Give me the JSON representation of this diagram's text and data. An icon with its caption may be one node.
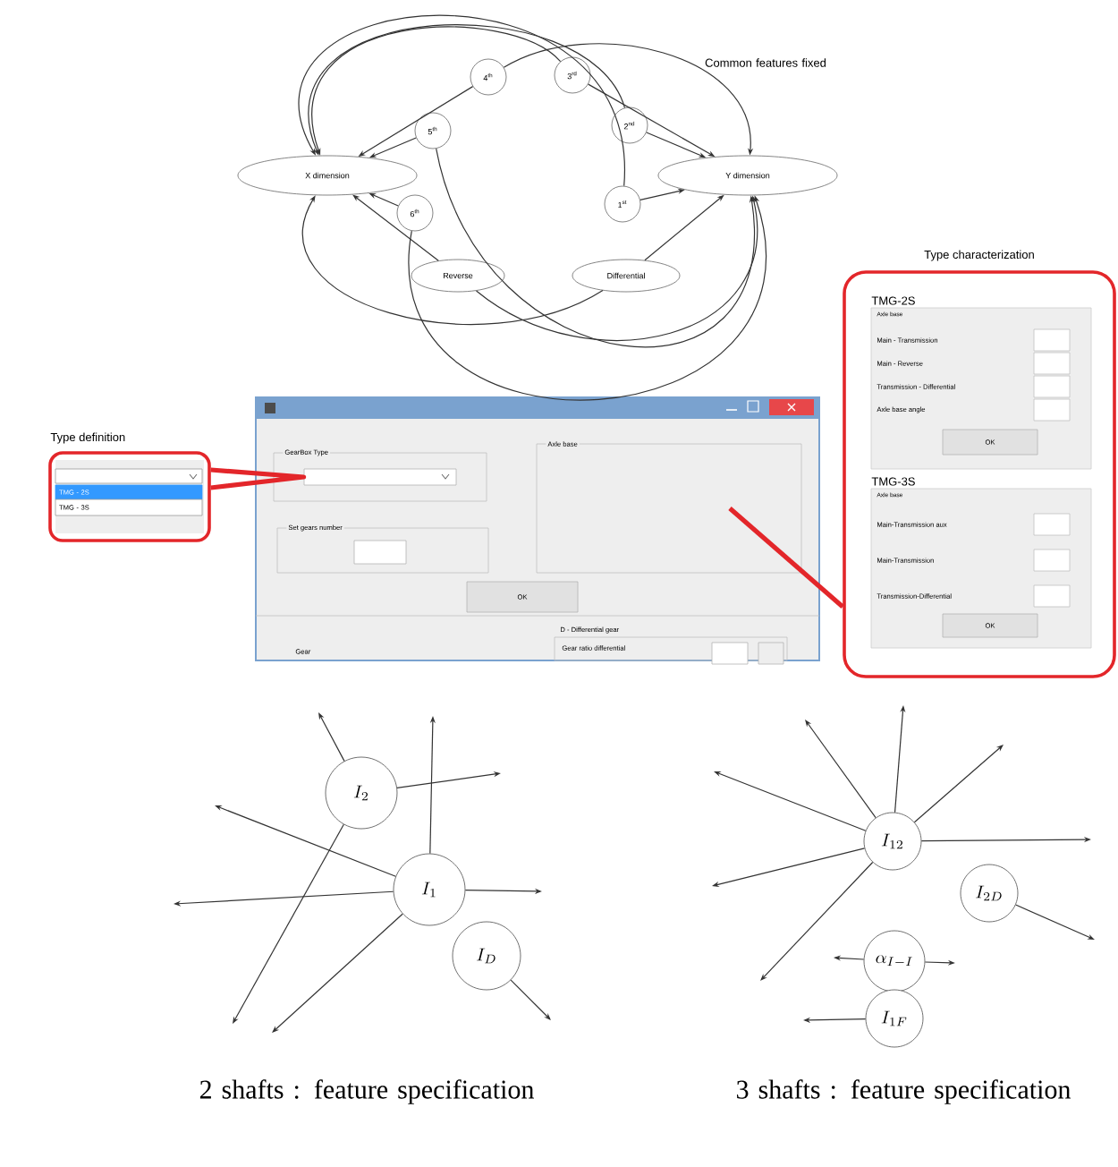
{
  "diagram": {
    "nodes": [
      {
        "text": [
          "X dimension"
        ]
      },
      {
        "text": [
          "Y dimension"
        ]
      },
      {
        "text": [
          "4$^{th}$"
        ]
      },
      {
        "text": [
          "3$^{rd}$"
        ]
      },
      {
        "text": [
          "2$^{nd}$"
        ]
      },
      {
        "text": [
          "1$^{st}$"
        ]
      },
      {
        "text": [
          "5$^{th}$"
        ]
      },
      {
        "text": [
          "6$^{th}$"
        ]
      },
      {
        "text": [
          "Reverse"
        ]
      },
      {
        "text": [
          "Differential"
        ]
      },
      {
        "text": [
          "Type definition"
        ]
      },
      {
        "text": [
          "TMG - 2S"
        ],
        "in": 10
      },
      {
        "text": [
          "TMG - 3S"
        ],
        "in": 10
      },
      {
        "text": [],
        "shape": "box"
      },
      {
        "text": [
          "GearBox Type"
        ],
        "in": 13
      },
      {
        "text": [],
        "shape": "box",
        "in": 14
      },
      {
        "text": [
          "Set gears number"
        ],
        "in": 13
      },
      {
        "text": [],
        "shape": "box",
        "in": 16
      },
      {
        "text": [
          "Axle base"
        ],
        "in": 13
      },
      {
        "text": [
          "OK"
        ],
        "in": 13
      },
      {
        "text": [
          "D - Differential gear",
          "Gear ratio differential"
        ],
        "in": 13
      },
      {
        "text": [
          "Type characterization"
        ]
      },
      {
        "text": [
          "TMG-2S",
          "Axle base"
        ],
        "in": 21
      },
      {
        "text": [
          "OK"
        ],
        "in": 22
      },
      {
        "text": [
          "TMG-3S",
          "Axle base"
        ],
        "in": 21
      },
      {
        "text": [
          "OK"
        ],
        "in": 24
      },
      {
        "text": [
          "I_{2}"
        ]
      },
      {
        "text": [
          "I_{1}"
        ]
      },
      {
        "text": [
          "I_{D}"
        ]
      },
      {
        "text": [
          "I_{12}"
        ]
      },
      {
        "text": [
          "I_{2D}"
        ]
      },
      {
        "text": [
          "\\alpha_{I-I}"
        ]
      },
      {
        "text": [
          "I_{1F}"
        ]
      }
    ],
    "edges": [
      {
        "from": 2,
        "to": 0,
        "arrow": "to"
      },
      {
        "from": 6,
        "to": 0,
        "arrow": "to"
      },
      {
        "from": 7,
        "to": 0,
        "arrow": "to"
      },
      {
        "from": 8,
        "to": 0,
        "arrow": "to"
      },
      {
        "from": 3,
        "to": 1,
        "arrow": "to"
      },
      {
        "from": 4,
        "to": 1,
        "arrow": "to"
      },
      {
        "from": 5,
        "to": 1,
        "arrow": "to"
      },
      {
        "from": 9,
        "to": 1,
        "arrow": "to"
      },
      {
        "from": 2,
        "to": 1,
        "arrow": "to"
      },
      {
        "from": 3,
        "to": 0,
        "arrow": "to"
      },
      {
        "from": 4,
        "to": 0,
        "arrow": "to"
      },
      {
        "from": 5,
        "to": 0,
        "arrow": "to"
      },
      {
        "from": 6,
        "to": 1,
        "arrow": "to"
      },
      {
        "from": 7,
        "to": 1,
        "arrow": "to"
      },
      {
        "from": 8,
        "to": 1,
        "arrow": "to"
      },
      {
        "from": 9,
        "to": 0,
        "arrow": "to"
      },
      {
        "from": 26,
        "to": null,
        "arrow": "to"
      },
      {
        "from": 26,
        "to": null,
        "arrow": "to"
      },
      {
        "from": 26,
        "to": null,
        "arrow": "to"
      },
      {
        "from": 27,
        "to": null,
        "arrow": "to"
      },
      {
        "from": 27,
        "to": null,
        "arrow": "to"
      },
      {
        "from": 27,
        "to": null,
        "arrow": "to"
      },
      {
        "from": 27,
        "to": null,
        "arrow": "to"
      },
      {
        "from": 27,
        "to": null,
        "arrow": "to"
      },
      {
        "from": 28,
        "to": null,
        "arrow": "to"
      },
      {
        "from": 29,
        "to": null,
        "arrow": "to"
      },
      {
        "from": 29,
        "to": null,
        "arrow": "to"
      },
      {
        "from": 29,
        "to": null,
        "arrow": "to"
      },
      {
        "from": 29,
        "to": null,
        "arrow": "to"
      },
      {
        "from": 29,
        "to": null,
        "arrow": "to"
      },
      {
        "from": 29,
        "to": null,
        "arrow": "to"
      },
      {
        "from": 29,
        "to": null,
        "arrow": "to"
      },
      {
        "from": 30,
        "to": null,
        "arrow": "to"
      },
      {
        "from": 31,
        "to": null,
        "arrow": "to"
      },
      {
        "from": 31,
        "to": null,
        "arrow": "to"
      },
      {
        "from": 32,
        "to": null,
        "arrow": "to"
      },
      {
        "from": 10,
        "to": 15,
        "arrow": "none",
        "style": "thick",
        "color": "#e3262a"
      },
      {
        "from": 18,
        "to": 21,
        "arrow": "none",
        "style": "thick",
        "color": "#e3262a"
      }
    ],
    "labels": [
      "Common features fixed",
      "Main - Transmission",
      "Main - Reverse",
      "Transmission - Differential",
      "Axle base angle",
      "Main-Transmission aux",
      "Main-Transmission",
      "Transmission-Differential",
      "Gear",
      "2 shafts : feature specification",
      "3 shafts : feature specification"
    ]
  }
}
